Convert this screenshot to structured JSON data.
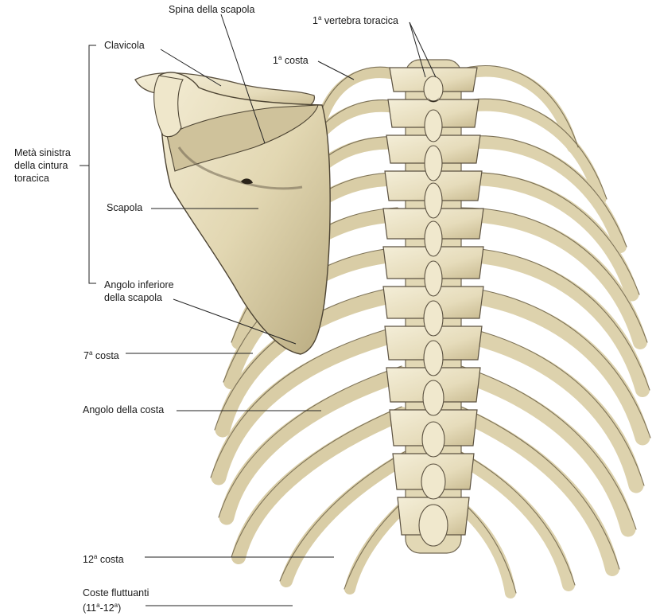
{
  "labels": {
    "spina_scapola": "Spina della scapola",
    "vertebra_toracica_num": "1",
    "vertebra_toracica_sup": "a",
    "vertebra_toracica_text": " vertebra toracica",
    "clavicola": "Clavicola",
    "prima_costa_num": "1",
    "prima_costa_sup": "a",
    "prima_costa_text": " costa",
    "meta_sinistra_1": "Metà sinistra",
    "meta_sinistra_2": "della cintura",
    "meta_sinistra_3": "toracica",
    "scapola": "Scapola",
    "angolo_inferiore_1": "Angolo inferiore",
    "angolo_inferiore_2": "della scapola",
    "settima_costa_num": "7",
    "settima_costa_sup": "a",
    "settima_costa_text": " costa",
    "angolo_costa": "Angolo della costa",
    "dodicesima_costa_num": "12",
    "dodicesima_costa_sup": "a",
    "dodicesima_costa_text": " costa",
    "coste_fluttuanti_1": "Coste fluttuanti",
    "coste_fluttuanti_2a": "(11",
    "coste_fluttuanti_2b": "a",
    "coste_fluttuanti_2c": "-12",
    "coste_fluttuanti_2d": "a",
    "coste_fluttuanti_2e": ")"
  },
  "colors": {
    "bone": "#e8dfc0",
    "bone_light": "#f3ecd4",
    "bone_shadow": "#a79a72",
    "bone_dark": "#5b5140",
    "leader": "#222222"
  }
}
